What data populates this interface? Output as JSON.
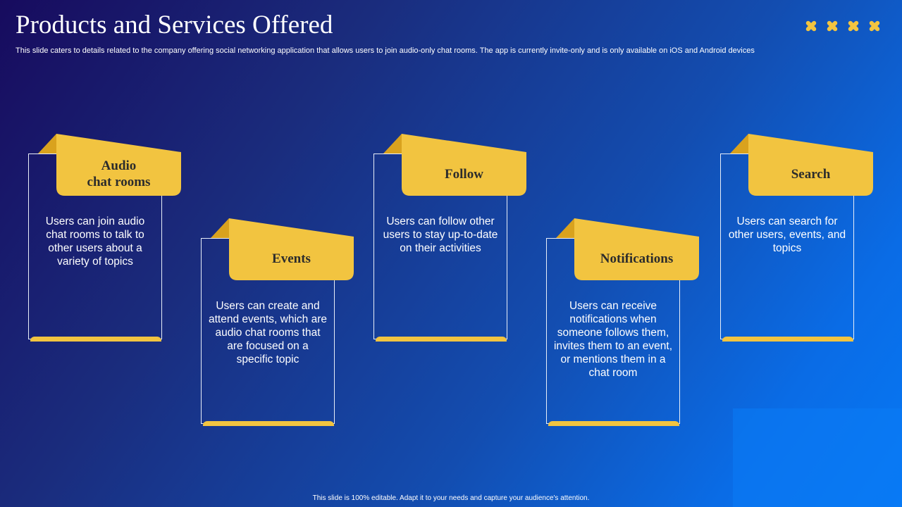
{
  "slide": {
    "title": "Products and Services Offered",
    "subtitle": "This slide caters to details related to the company offering social networking application that allows users to join audio-only chat rooms. The app is currently invite-only  and is only available on iOS and Android devices",
    "footer": "This slide is 100% editable.  Adapt it to your needs and capture your audience's attention."
  },
  "cards": [
    {
      "label": "Audio\nchat rooms",
      "description": "Users can join audio chat rooms to talk to other users about a variety of topics"
    },
    {
      "label": "Events",
      "description": "Users can create and attend events, which are audio chat rooms that are focused on a specific topic"
    },
    {
      "label": "Follow",
      "description": "Users can follow other users to stay up-to-date on their activities"
    },
    {
      "label": "Notifications",
      "description": "Users can receive notifications when someone follows them, invites them to an event, or mentions them in a chat room"
    },
    {
      "label": "Search",
      "description": "Users can search for other users, events, and topics"
    }
  ],
  "colors": {
    "accent": "#f2c440",
    "accent_fold": "#d9a21e",
    "text_dark": "#2c2c2c"
  },
  "icons": {
    "decoration": "x-marks-decoration"
  }
}
